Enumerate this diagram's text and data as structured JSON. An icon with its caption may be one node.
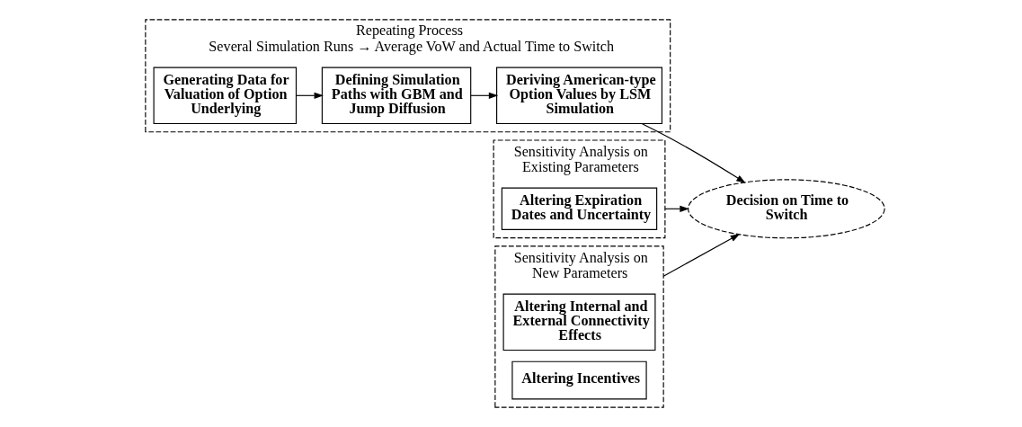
{
  "diagram": {
    "nodes": [
      {
        "text": [
          "Repeating Process",
          "Several Simulation Runs → Average VoW and Actual Time to Switch"
        ]
      },
      {
        "text": [
          "Generating Data for Valuation of Option Underlying"
        ],
        "in": 0
      },
      {
        "text": [
          "Defining Simulation Paths with GBM and Jump Diffusion"
        ],
        "in": 0
      },
      {
        "text": [
          "Deriving American-type Option Values by LSM Simulation"
        ],
        "in": 0
      },
      {
        "text": [
          "Decision on Time to Switch"
        ]
      },
      {
        "text": [
          "Sensitivity Analysis on Existing Parameters"
        ]
      },
      {
        "text": [
          "Altering Expiration Dates and Uncertainty"
        ],
        "in": 5
      },
      {
        "text": [
          "Sensitivity Analysis on New Parameters"
        ]
      },
      {
        "text": [
          "Altering Internal and External Connectivity Effects"
        ],
        "in": 7
      },
      {
        "text": [
          "Altering Incentives"
        ],
        "in": 7
      }
    ],
    "edges": [
      {
        "from": 1,
        "to": 2,
        "arrow": "to"
      },
      {
        "from": 2,
        "to": 3,
        "arrow": "to"
      },
      {
        "from": 3,
        "to": 4,
        "arrow": "to"
      },
      {
        "from": 5,
        "to": 4,
        "arrow": "to"
      },
      {
        "from": 7,
        "to": 4,
        "arrow": "to"
      }
    ]
  }
}
